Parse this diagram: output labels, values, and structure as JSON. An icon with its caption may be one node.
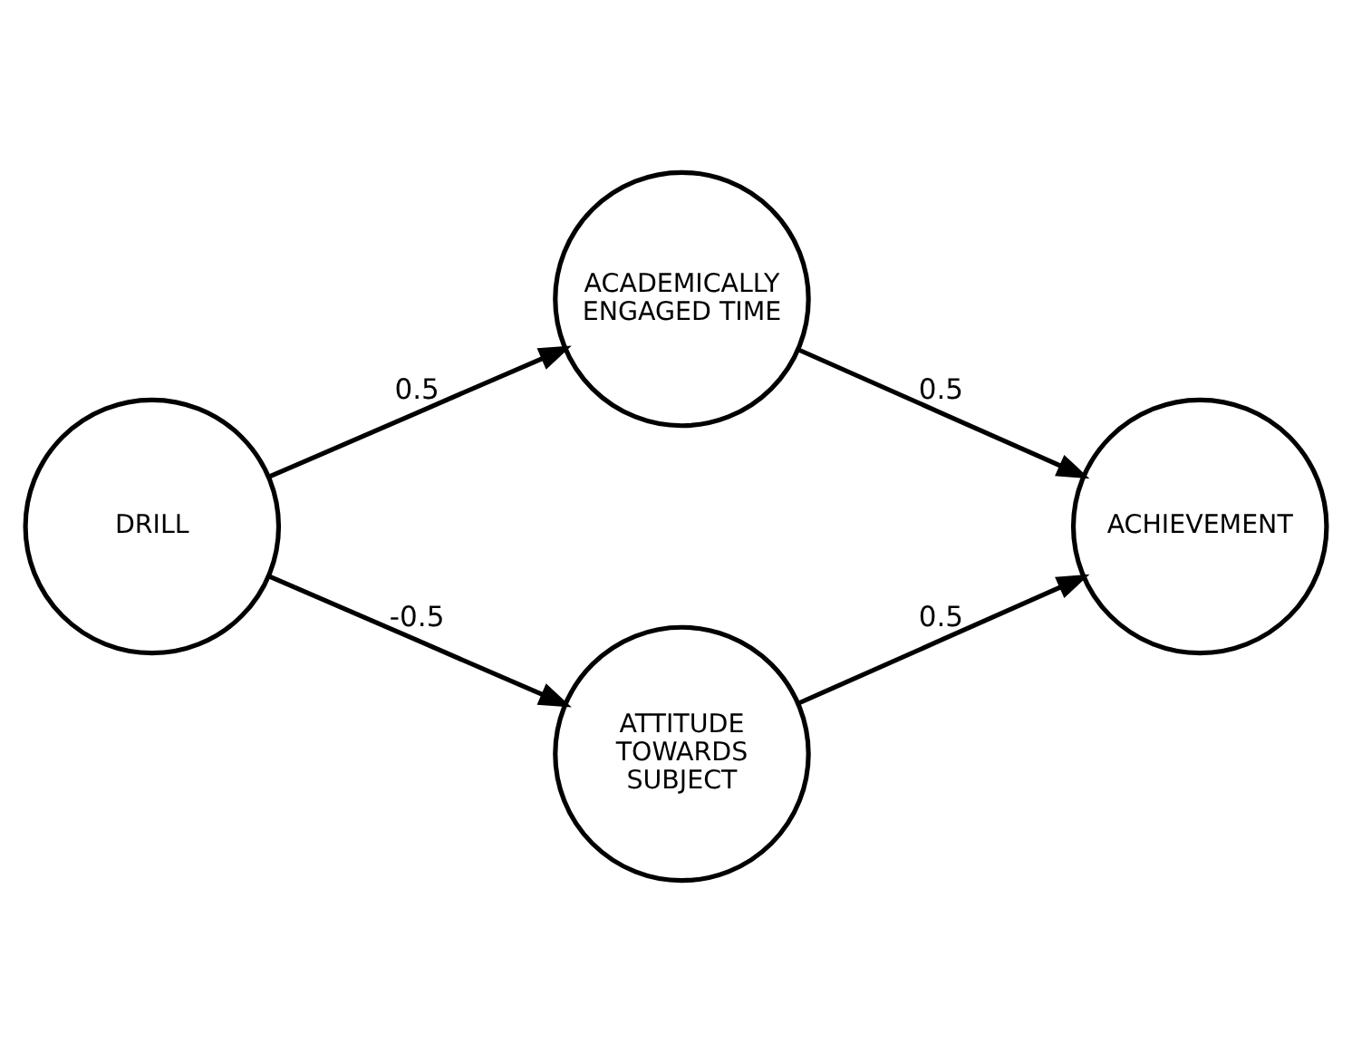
{
  "diagram": {
    "nodes": [
      {
        "text": [
          "DRILL"
        ]
      },
      {
        "text": [
          "ACADEMICALLY ENGAGED TIME"
        ]
      },
      {
        "text": [
          "ATTITUDE TOWARDS SUBJECT"
        ]
      },
      {
        "text": [
          "ACHIEVEMENT"
        ]
      }
    ],
    "edges": [
      {
        "from": 0,
        "to": 1,
        "arrow": "to",
        "label": "0.5"
      },
      {
        "from": 1,
        "to": 3,
        "arrow": "to",
        "label": "0.5"
      },
      {
        "from": 0,
        "to": 2,
        "arrow": "to",
        "label": "-0.5"
      },
      {
        "from": 2,
        "to": 3,
        "arrow": "to",
        "label": "0.5"
      }
    ]
  }
}
